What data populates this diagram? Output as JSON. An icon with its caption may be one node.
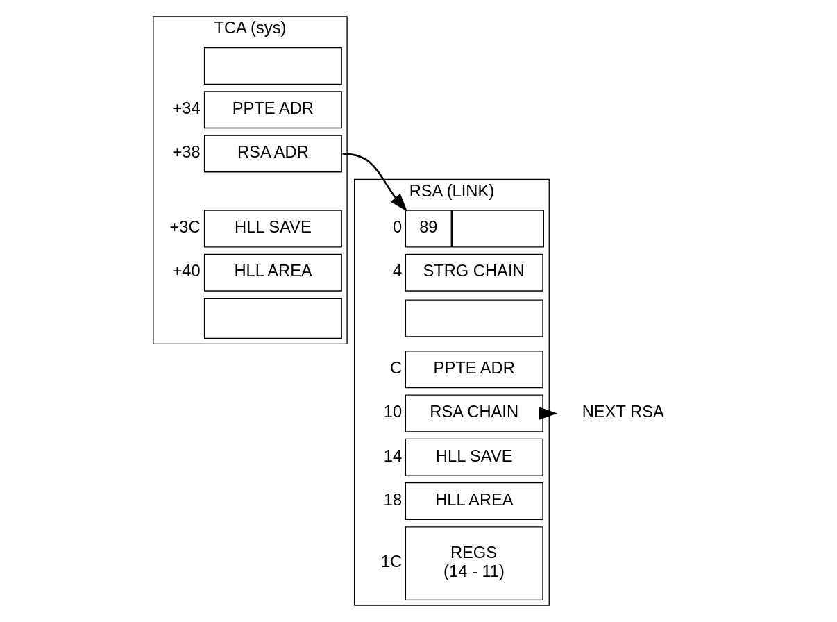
{
  "diagram": {
    "nodes": [
      {
        "text": [
          "TCA (sys)"
        ]
      },
      {
        "text": [],
        "shape": "box",
        "in": 0
      },
      {
        "text": [
          "PPTE ADR"
        ],
        "beside": [
          "+34"
        ],
        "in": 0
      },
      {
        "text": [
          "RSA ADR"
        ],
        "beside": [
          "+38"
        ],
        "in": 0
      },
      {
        "text": [
          "HLL SAVE"
        ],
        "beside": [
          "+3C"
        ],
        "in": 0
      },
      {
        "text": [
          "HLL AREA"
        ],
        "beside": [
          "+40"
        ],
        "in": 0
      },
      {
        "text": [],
        "shape": "box",
        "in": 0
      },
      {
        "text": [
          "RSA (LINK)"
        ]
      },
      {
        "text": [
          "89"
        ],
        "beside": [
          "0"
        ],
        "in": 7
      },
      {
        "text": [],
        "shape": "box",
        "in": 7
      },
      {
        "text": [
          "STRG CHAIN"
        ],
        "beside": [
          "4"
        ],
        "in": 7
      },
      {
        "text": [],
        "shape": "box",
        "in": 7
      },
      {
        "text": [
          "PPTE ADR"
        ],
        "beside": [
          "C"
        ],
        "in": 7
      },
      {
        "text": [
          "RSA CHAIN"
        ],
        "beside": [
          "10"
        ],
        "in": 7
      },
      {
        "text": [
          "HLL SAVE"
        ],
        "beside": [
          "14"
        ],
        "in": 7
      },
      {
        "text": [
          "HLL AREA"
        ],
        "beside": [
          "18"
        ],
        "in": 7
      },
      {
        "text": [
          "REGS",
          "(14 - 11)"
        ],
        "beside": [
          "1C"
        ],
        "in": 7
      },
      {
        "text": [
          "NEXT RSA"
        ]
      }
    ],
    "edges": [
      {
        "from": 3,
        "to": 8,
        "arrow": "to"
      },
      {
        "from": 13,
        "to": 17,
        "arrow": "to"
      }
    ]
  }
}
